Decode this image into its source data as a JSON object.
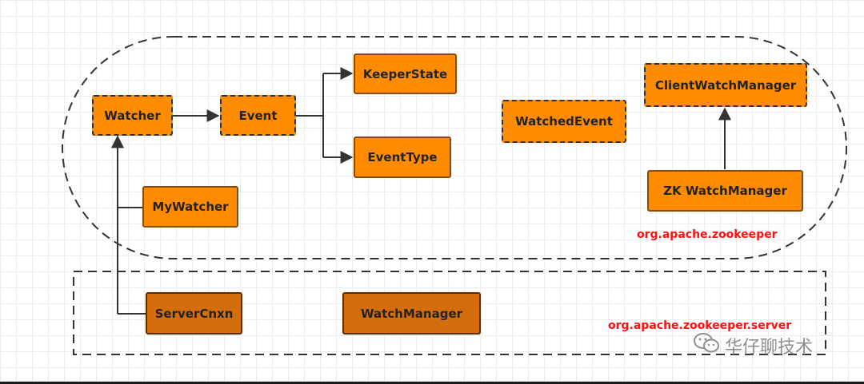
{
  "diagram": {
    "nodes": {
      "watcher": "Watcher",
      "event": "Event",
      "keeper_state": "KeeperState",
      "event_type": "EventType",
      "my_watcher": "MyWatcher",
      "watched_event": "WatchedEvent",
      "client_watch_manager": "ClientWatchManager",
      "zk_watch_manager": "ZK WatchManager",
      "server_cnxn": "ServerCnxn",
      "watch_manager": "WatchManager"
    },
    "packages": {
      "client": "org.apache.zookeeper",
      "server": "org.apache.zookeeper.server"
    },
    "edges": [
      {
        "from": "Watcher",
        "to": "Event"
      },
      {
        "from": "Event",
        "to": "KeeperState"
      },
      {
        "from": "Event",
        "to": "EventType"
      },
      {
        "from": "MyWatcher",
        "to": "Watcher"
      },
      {
        "from": "ServerCnxn",
        "to": "Watcher"
      },
      {
        "from": "ZK WatchManager",
        "to": "ClientWatchManager"
      }
    ],
    "colors": {
      "node_fill": "#ff8c00",
      "server_node_fill": "#d46e0c",
      "package_label": "#ff1010",
      "connector": "#333333"
    }
  },
  "watermark": {
    "text": "华仔聊技术",
    "icon": "wechat-icon"
  }
}
